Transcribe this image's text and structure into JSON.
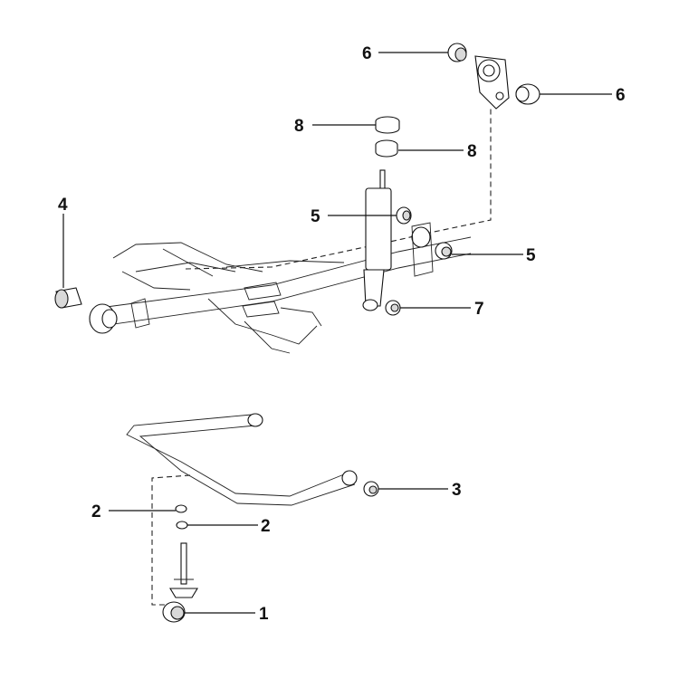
{
  "callouts": [
    {
      "id": "c6a",
      "label": "6",
      "part": "rear-mount bushing upper"
    },
    {
      "id": "c6b",
      "label": "6",
      "part": "rear-mount bushing lower"
    },
    {
      "id": "c8a",
      "label": "8",
      "part": "shock cushion upper"
    },
    {
      "id": "c8b",
      "label": "8",
      "part": "shock cushion lower"
    },
    {
      "id": "c4",
      "label": "4",
      "part": "front bushing"
    },
    {
      "id": "c5a",
      "label": "5",
      "part": "shock bushing left"
    },
    {
      "id": "c5b",
      "label": "5",
      "part": "shock bushing right"
    },
    {
      "id": "c7",
      "label": "7",
      "part": "shock lower bushing"
    },
    {
      "id": "c3",
      "label": "3",
      "part": "stabilizer bar end bushing"
    },
    {
      "id": "c2a",
      "label": "2",
      "part": "link washer upper"
    },
    {
      "id": "c2b",
      "label": "2",
      "part": "link washer lower"
    },
    {
      "id": "c1",
      "label": "1",
      "part": "stabilizer link bushing"
    }
  ],
  "colors": {
    "line": "#111111",
    "background": "#ffffff",
    "shade": "#d9d9d9"
  }
}
